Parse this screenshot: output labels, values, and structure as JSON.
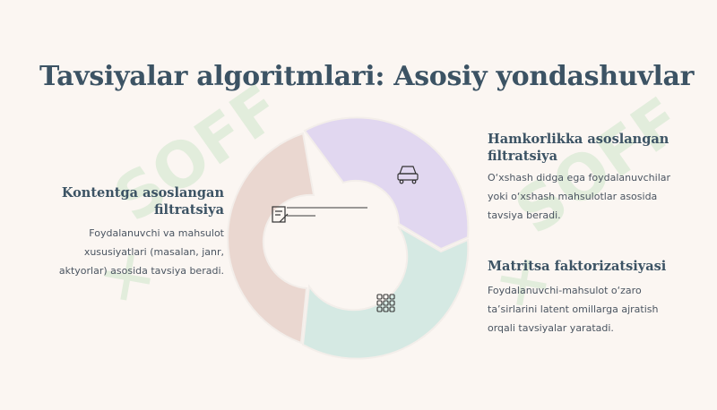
{
  "slide": {
    "title": "Tavsiyalar algoritmlari: Asosiy yondashuvlar",
    "sections": {
      "content_based": {
        "heading": "Kontentga asoslangan filtratsiya",
        "body": "Foydalanuvchi va mahsulot xususiyatlari (masalan, janr, aktyorlar) asosida tavsiya beradi.",
        "icon": "document-pen-icon",
        "color": "#ead7d0"
      },
      "collaborative": {
        "heading": "Hamkorlikka asoslangan filtratsiya",
        "body": "O‘xshash didga ega foydalanuvchilar yoki o‘xshash mahsulotlar asosida tavsiya beradi.",
        "icon": "car-icon",
        "color": "#e1d7f0"
      },
      "matrix": {
        "heading": "Matritsa faktorizatsiyasi",
        "body": "Foydalanuvchi-mahsulot o‘zaro ta’sirlarini latent omillarga ajratish orqali tavsiyalar yaratadi.",
        "icon": "grid-icon",
        "color": "#d5e9e3"
      }
    },
    "watermark": "SOFF",
    "colors": {
      "title": "#3c5364",
      "background": "#fbf6f2",
      "watermark": "#3fae4a"
    }
  }
}
